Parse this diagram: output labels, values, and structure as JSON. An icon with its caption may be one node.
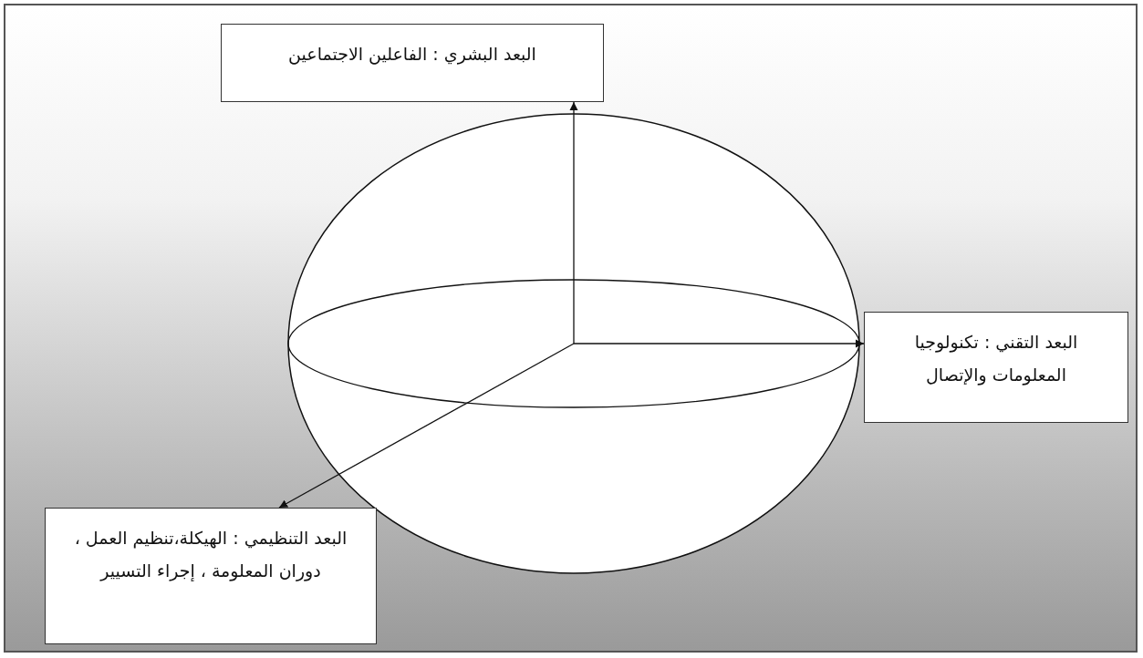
{
  "diagram": {
    "nodes": [
      {
        "text": [
          "البعد البشري : الفاعلين الاجتماعين"
        ]
      },
      {
        "text": [
          "البعد التقني : تكنولوجيا المعلومات والإتصال"
        ]
      },
      {
        "text": [
          "البعد التنظيمي : الهيكلة،تنظيم العمل ، دوران المعلومة ، إجراء التسيير"
        ]
      }
    ],
    "edges": [
      {
        "from": null,
        "to": 0,
        "arrow": "to"
      },
      {
        "from": null,
        "to": 1,
        "arrow": "to"
      },
      {
        "from": null,
        "to": 2,
        "arrow": "to"
      }
    ]
  }
}
